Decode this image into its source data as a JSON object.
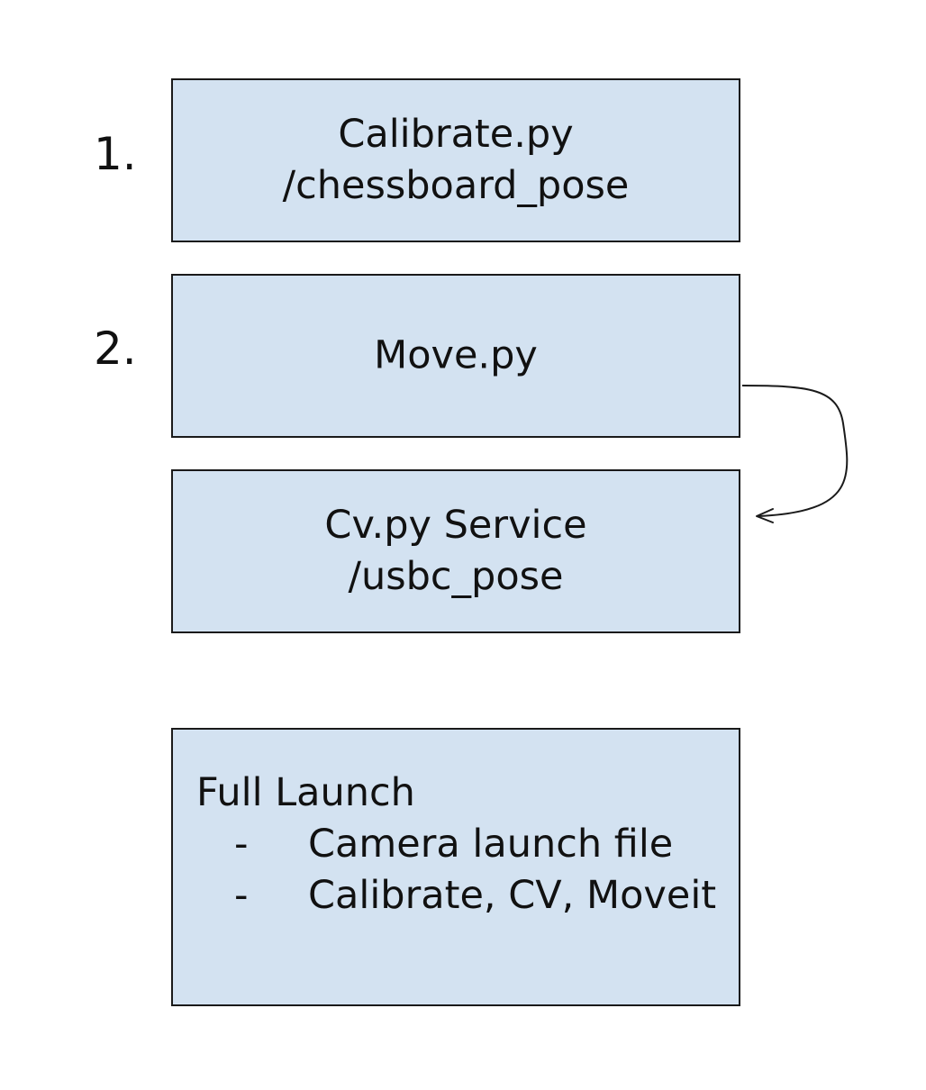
{
  "steps": {
    "one": "1.",
    "two": "2."
  },
  "boxes": {
    "calibrate": {
      "line1": "Calibrate.py",
      "line2": "/chessboard_pose"
    },
    "move": {
      "line1": "Move.py"
    },
    "cv": {
      "line1": "Cv.py Service",
      "line2": "/usbc_pose"
    },
    "launch": {
      "title": "Full Launch",
      "bullets": [
        {
          "dash": "-",
          "text": "Camera launch file"
        },
        {
          "dash": "-",
          "text": "Calibrate, CV, Moveit"
        }
      ]
    }
  },
  "colors": {
    "box_fill": "#d3e2f1",
    "box_border": "#1a1a1a",
    "text": "#111111"
  }
}
